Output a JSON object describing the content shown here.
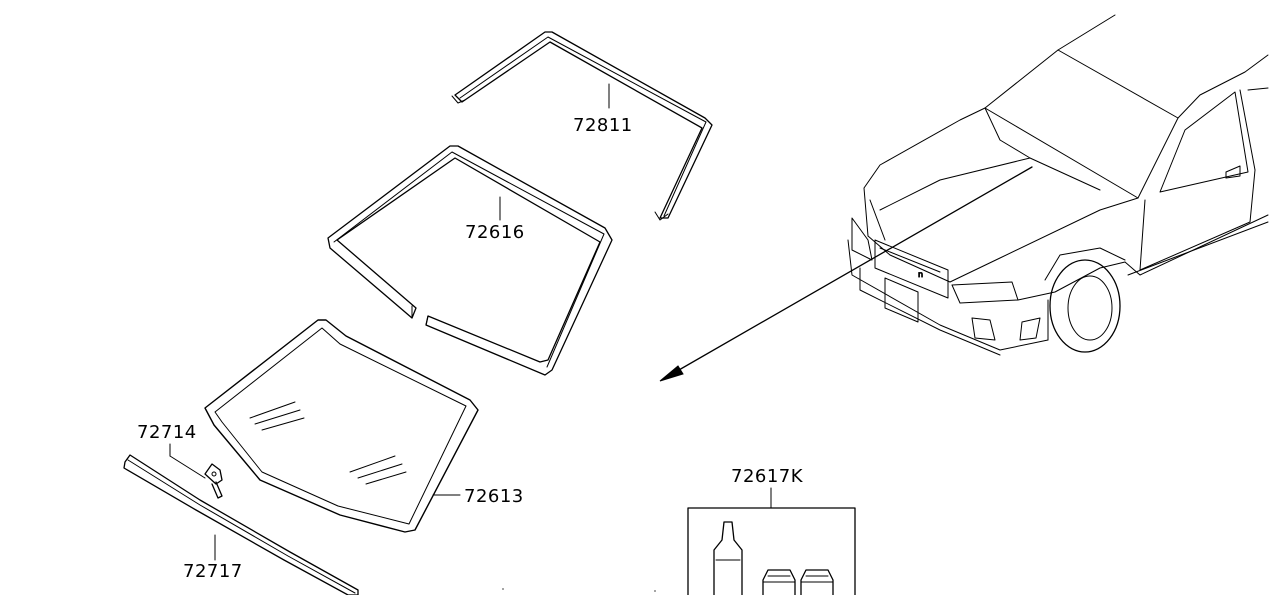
{
  "diagram": {
    "labels": {
      "molding_top": "72811",
      "dam_rubber": "72616",
      "windshield_glass": "72613",
      "clip": "72714",
      "cowl_molding": "72717",
      "adhesive_kit": "72617K"
    }
  }
}
